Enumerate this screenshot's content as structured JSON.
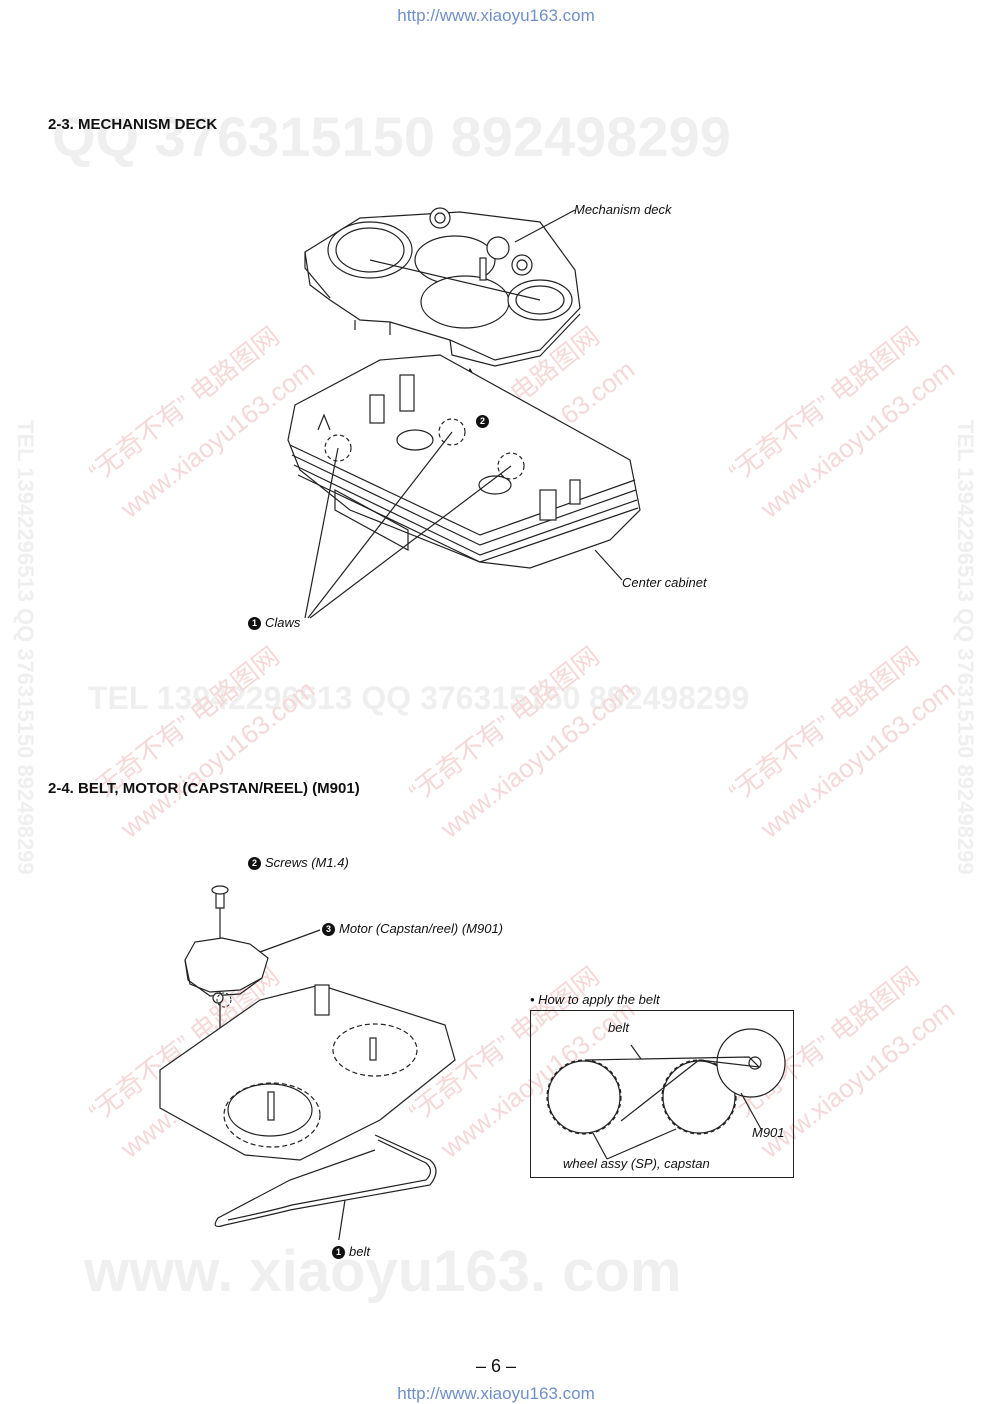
{
  "header_url": "http://www.xiaoyu163.com",
  "footer_url": "http://www.xiaoyu163.com",
  "page_number": "– 6 –",
  "watermarks": {
    "qq_top": "QQ 376315150    892498299",
    "tel_mid": "TEL 13942296513    QQ 376315150    892498299",
    "site_bottom": "www. xiaoyu163. com",
    "side_right": "TEL 13942296513  QQ 376315150  892498299",
    "side_left": "TEL 13942296513  QQ 376315150  892498299",
    "diag_cn": "“无奇不有”  电路图网",
    "diag_site": "www.xiaoyu163.com"
  },
  "section1": {
    "title": "2-3. MECHANISM DECK",
    "labels": {
      "mechanism_deck": "Mechanism deck",
      "center_cabinet": "Center cabinet",
      "claws_num": "1",
      "claws": "Claws",
      "step2_num": "2"
    }
  },
  "section2": {
    "title": "2-4. BELT, MOTOR (CAPSTAN/REEL) (M901)",
    "labels": {
      "screws_num": "2",
      "screws": "Screws (M1.4)",
      "motor_num": "3",
      "motor": "Motor (Capstan/reel) (M901)",
      "belt_num": "1",
      "belt": "belt"
    },
    "inset": {
      "title": "• How to apply the belt",
      "belt": "belt",
      "m901": "M901",
      "wheel": "wheel assy (SP), capstan"
    }
  }
}
